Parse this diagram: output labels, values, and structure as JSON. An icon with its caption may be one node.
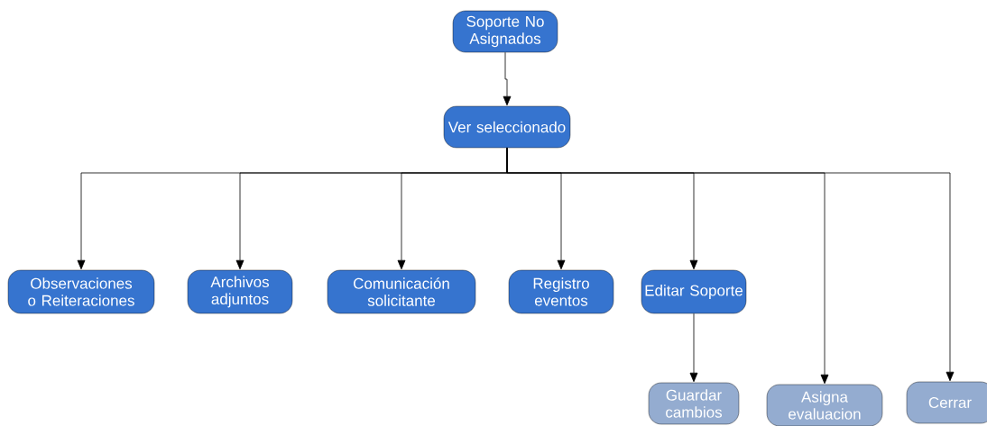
{
  "diagram": {
    "nodes": [
      {
        "text": [
          "Soporte No Asignados"
        ]
      },
      {
        "text": [
          "Ver seleccionado"
        ]
      },
      {
        "text": [
          "Observaciones o Reiteraciones"
        ]
      },
      {
        "text": [
          "Archivos adjuntos"
        ]
      },
      {
        "text": [
          "Comunicación solicitante"
        ]
      },
      {
        "text": [
          "Registro eventos"
        ]
      },
      {
        "text": [
          "Editar Soporte"
        ]
      },
      {
        "text": [
          "Guardar cambios"
        ]
      },
      {
        "text": [
          "Asigna evaluacion"
        ]
      },
      {
        "text": [
          "Cerrar"
        ]
      }
    ],
    "edges": [
      {
        "from": 0,
        "to": 1,
        "arrow": "to"
      },
      {
        "from": 1,
        "to": 2,
        "arrow": "to"
      },
      {
        "from": 1,
        "to": 3,
        "arrow": "to"
      },
      {
        "from": 1,
        "to": 4,
        "arrow": "to"
      },
      {
        "from": 1,
        "to": 5,
        "arrow": "to"
      },
      {
        "from": 1,
        "to": 6,
        "arrow": "to"
      },
      {
        "from": 1,
        "to": 8,
        "arrow": "to"
      },
      {
        "from": 1,
        "to": 9,
        "arrow": "to"
      },
      {
        "from": 6,
        "to": 7,
        "arrow": "to"
      }
    ]
  }
}
